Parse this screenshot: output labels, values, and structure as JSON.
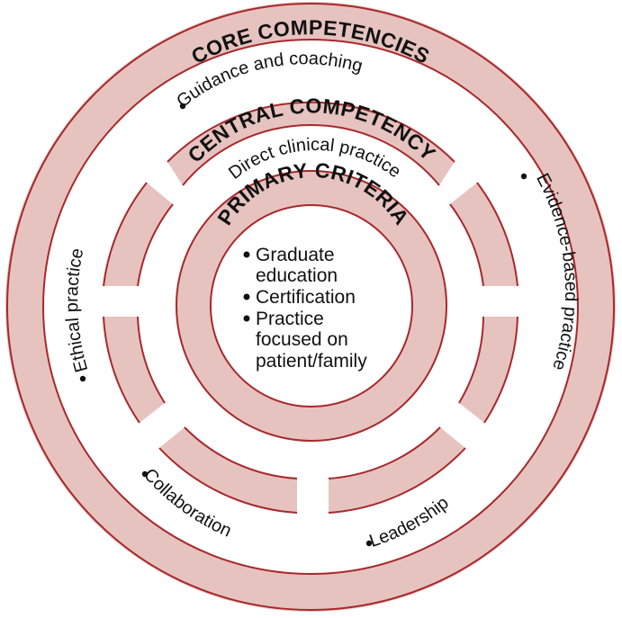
{
  "diagram": {
    "type": "concentric-rings",
    "colors": {
      "band_fill": "#e6c3bf",
      "band_edge": "#a8282c",
      "text": "#111111",
      "background": "#ffffff"
    },
    "outer_ring": {
      "title": "CORE COMPETENCIES",
      "items": [
        "Guidance and coaching",
        "Evidence-based practice",
        "Leadership",
        "Collaboration",
        "Ethical practice"
      ],
      "bullet": "•"
    },
    "middle_ring": {
      "title": "CENTRAL COMPETENCY",
      "item": "Direct clinical practice"
    },
    "inner_ring": {
      "title": "PRIMARY CRITERIA",
      "items": [
        {
          "bullet": "•",
          "lines": [
            "Graduate",
            "education"
          ]
        },
        {
          "bullet": "•",
          "lines": [
            "Certification"
          ]
        },
        {
          "bullet": "•",
          "lines": [
            "Practice",
            "focused on",
            "patient/family"
          ]
        }
      ]
    }
  }
}
